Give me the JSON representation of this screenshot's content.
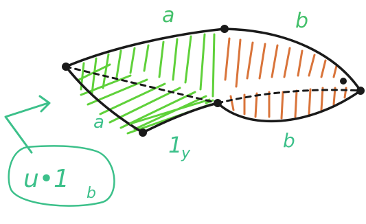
{
  "labels": {
    "top_left_edge": "a",
    "top_right_edge": "b",
    "left_lower_edge": "a",
    "middle_bottom_edge": "1",
    "middle_bottom_sub": "y",
    "right_bottom_edge": "b",
    "formula_main": "u•1",
    "formula_sub": "b"
  },
  "colors": {
    "outline": "#1a1a1a",
    "green": "#5fd13a",
    "orange": "#d9743a",
    "label_green": "#43c06a",
    "label_teal": "#3cc08a",
    "formula": "#3cc08a"
  },
  "icons": {
    "arrow": "arrow-hook-icon"
  }
}
